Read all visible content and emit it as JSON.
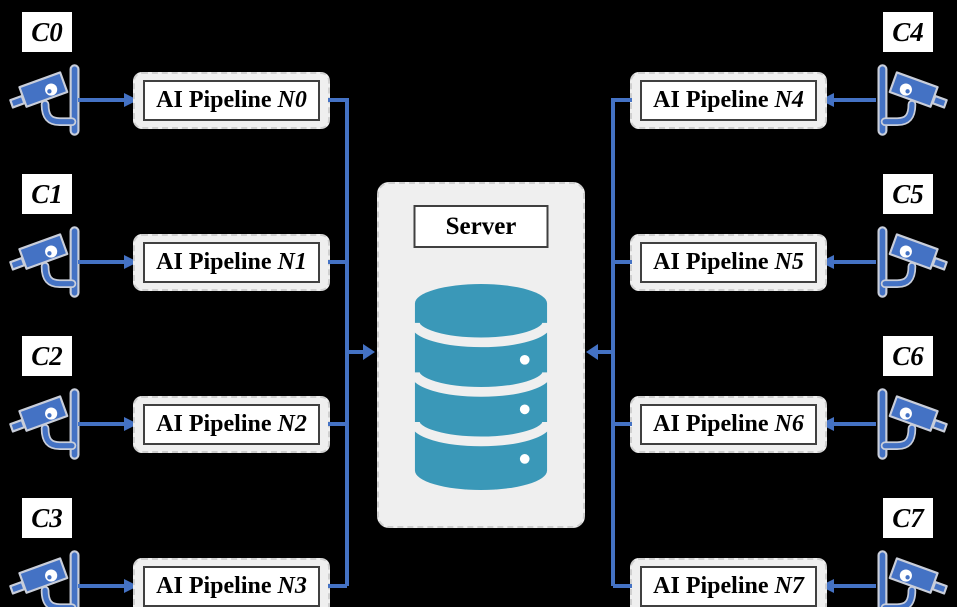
{
  "colors": {
    "accent_blue": "#4472C4",
    "camera_outline": "#C9CEDA",
    "database_teal": "#3A98B8",
    "panel_gray": "#EFEFEF",
    "box_border": "#404040",
    "background": "#000000"
  },
  "server": {
    "label": "Server",
    "icon": "database-icon"
  },
  "nodes": {
    "left": [
      {
        "camera": "C0",
        "pipeline_prefix": "AI Pipeline",
        "pipeline_id": "N0"
      },
      {
        "camera": "C1",
        "pipeline_prefix": "AI Pipeline",
        "pipeline_id": "N1"
      },
      {
        "camera": "C2",
        "pipeline_prefix": "AI Pipeline",
        "pipeline_id": "N2"
      },
      {
        "camera": "C3",
        "pipeline_prefix": "AI Pipeline",
        "pipeline_id": "N3"
      }
    ],
    "right": [
      {
        "camera": "C4",
        "pipeline_prefix": "AI Pipeline",
        "pipeline_id": "N4"
      },
      {
        "camera": "C5",
        "pipeline_prefix": "AI Pipeline",
        "pipeline_id": "N5"
      },
      {
        "camera": "C6",
        "pipeline_prefix": "AI Pipeline",
        "pipeline_id": "N6"
      },
      {
        "camera": "C7",
        "pipeline_prefix": "AI Pipeline",
        "pipeline_id": "N7"
      }
    ]
  }
}
